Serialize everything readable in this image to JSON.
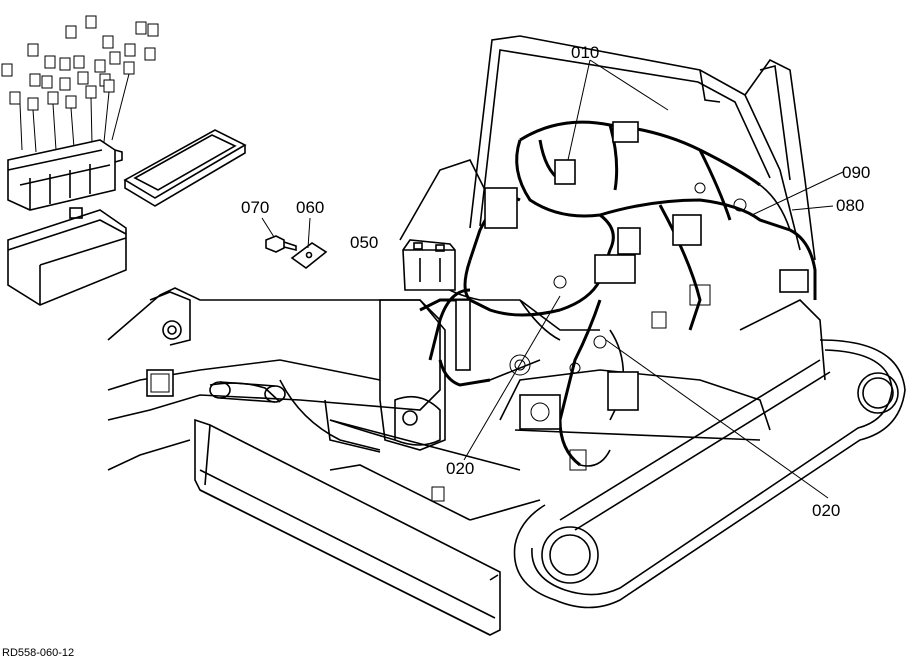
{
  "diagram": {
    "figure_code": "RD558-060-12",
    "callouts": [
      {
        "id": "c010",
        "text": "010"
      },
      {
        "id": "c090",
        "text": "090"
      },
      {
        "id": "c080",
        "text": "080"
      },
      {
        "id": "c070",
        "text": "070"
      },
      {
        "id": "c060",
        "text": "060"
      },
      {
        "id": "c050",
        "text": "050"
      },
      {
        "id": "c020a",
        "text": "020"
      },
      {
        "id": "c020b",
        "text": "020"
      }
    ],
    "colors": {
      "ink": "#000000",
      "background": "#ffffff"
    }
  }
}
